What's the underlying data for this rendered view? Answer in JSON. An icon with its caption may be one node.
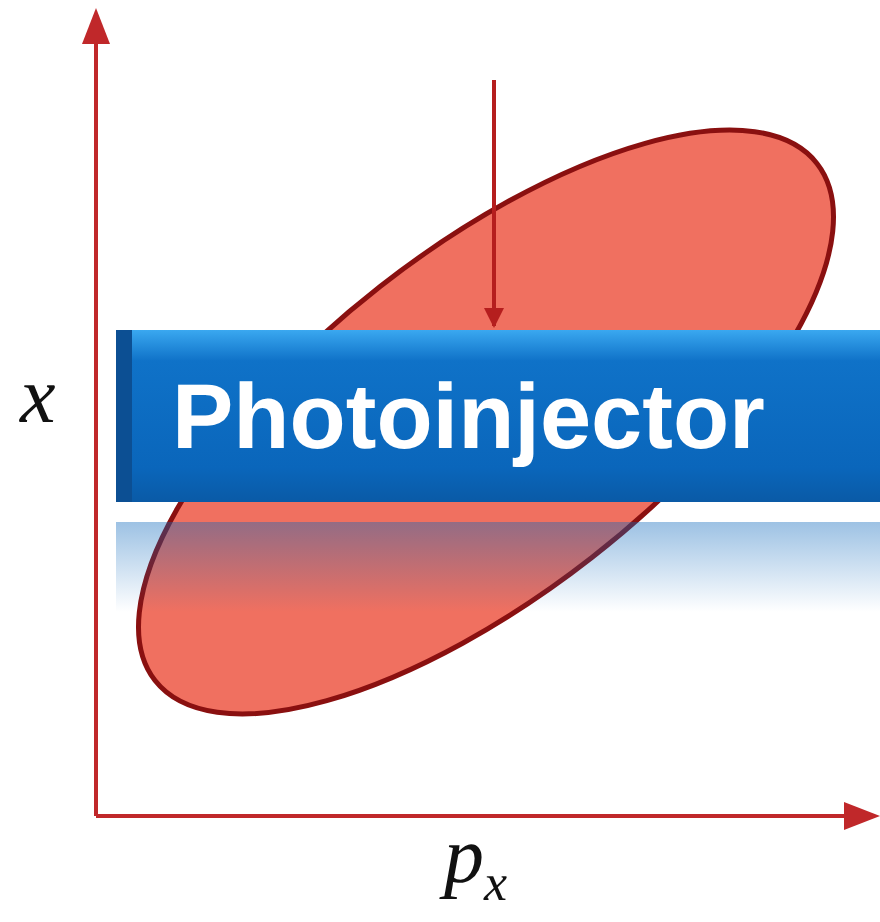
{
  "diagram": {
    "nodes": [
      {
        "text": [],
        "shape": "ellipse"
      },
      {
        "text": [
          "Photoinjector"
        ]
      },
      {
        "text": [],
        "shape": "bar"
      }
    ],
    "edges": [
      {
        "from": null,
        "to": 1,
        "arrow": "to"
      }
    ],
    "labels": [
      "x",
      "p$_{x}$"
    ]
  }
}
